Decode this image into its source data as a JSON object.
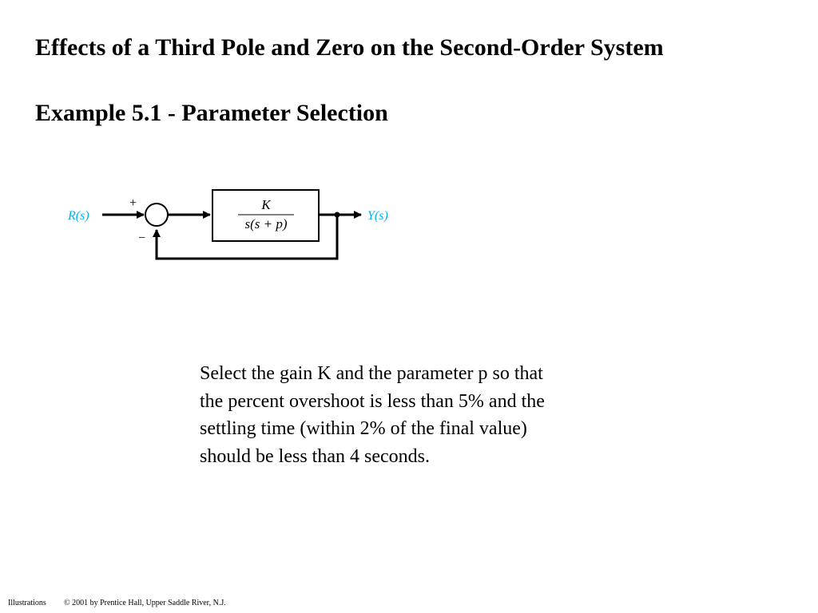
{
  "slide": {
    "title": "Effects of a Third Pole and Zero on the Second-Order System",
    "subtitle": "Example 5.1 - Parameter Selection",
    "body_lines": [
      "Select the gain K and the parameter p so that",
      "the percent overshoot is less than 5% and the",
      "settling time (within 2% of the final value)",
      "should be less than 4 seconds."
    ]
  },
  "diagram": {
    "input_label": "R(s)",
    "output_label": "Y(s)",
    "plus_sign": "+",
    "minus_sign": "−",
    "block_numerator": "K",
    "block_denominator": "s(s + p)",
    "signal_label_color": "#00b4f0"
  },
  "footer": {
    "left": "Illustrations",
    "right": "© 2001 by Prentice Hall, Upper Saddle River, N.J."
  }
}
